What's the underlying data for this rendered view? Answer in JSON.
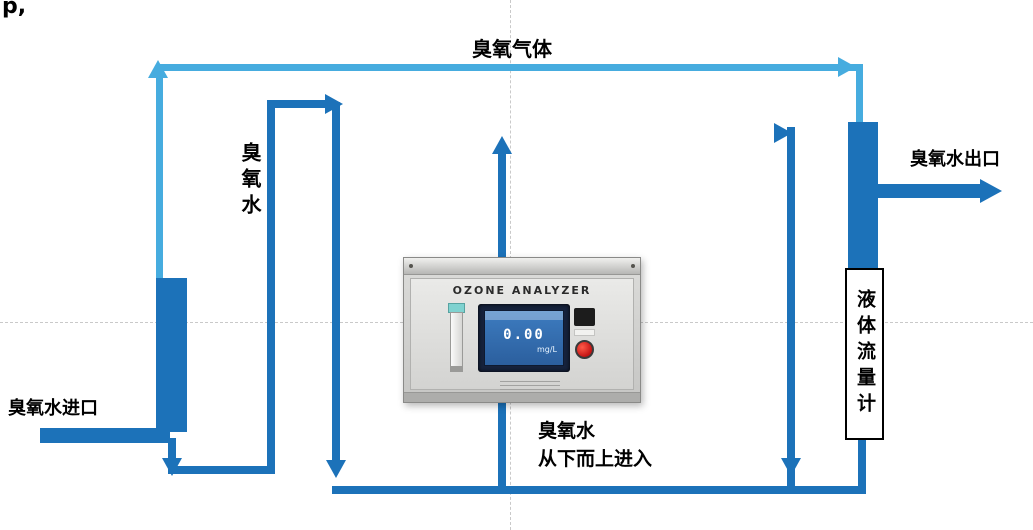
{
  "artifact_text": "p,",
  "colors": {
    "gas_line": "#46ACDF",
    "water_line": "#1C72B9"
  },
  "labels": {
    "ozone_gas": "臭氧气体",
    "ozone_water_vertical": "臭氧水",
    "ozone_water_outlet": "臭氧水出口",
    "ozone_water_inlet": "臭氧水进口",
    "liquid_flow_meter": "液体流量计",
    "bottom_note_line1": "臭氧水",
    "bottom_note_line2": "从下而上进入"
  },
  "analyzer": {
    "title": "OZONE ANALYZER",
    "display_value": "0.00",
    "display_unit": "mg/L"
  }
}
